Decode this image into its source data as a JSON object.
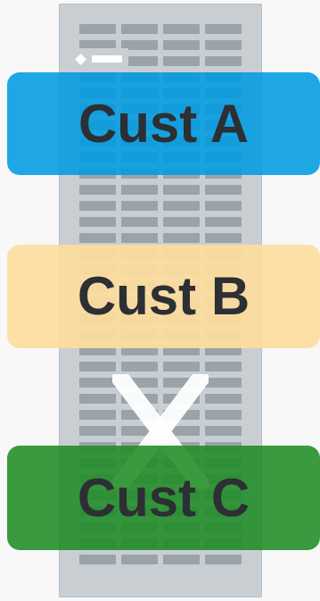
{
  "rack": {
    "rows": 34,
    "columns": 4
  },
  "customers": [
    {
      "label": "Cust A",
      "color": "#009be1"
    },
    {
      "label": "Cust B",
      "color": "#fddd9d"
    },
    {
      "label": "Cust C",
      "color": "#1f8c26"
    }
  ],
  "x_mark_color": "#ffffff",
  "text_color": "#2c2f33"
}
